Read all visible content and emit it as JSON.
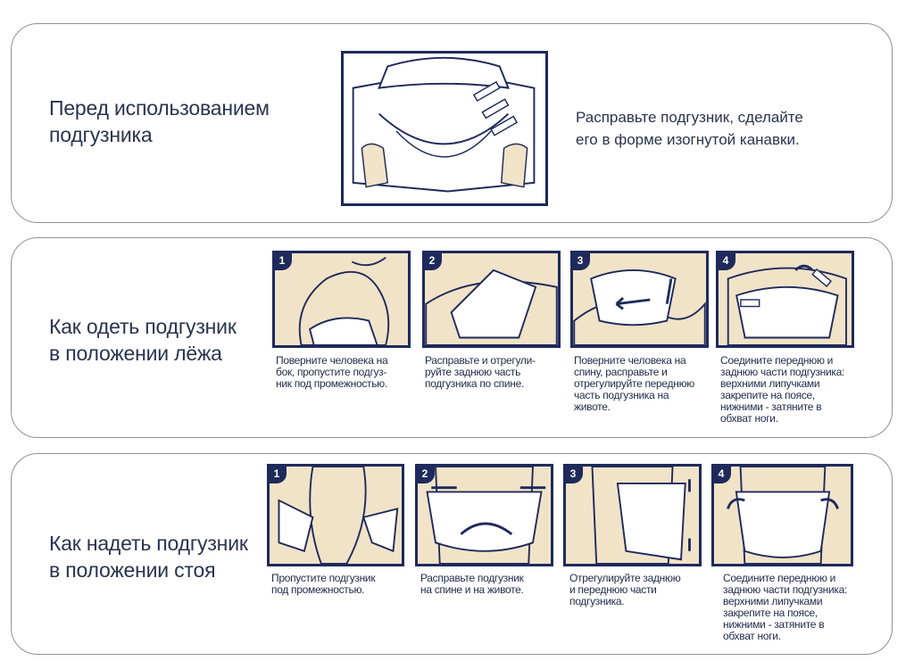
{
  "sections": [
    {
      "title_lines": [
        "Перед использованием",
        "подгузника"
      ],
      "description_lines": [
        "Расправьте подгузник, сделайте",
        "его в форме изогнутой канавки."
      ]
    },
    {
      "title_lines": [
        "Как одеть подгузник",
        "в положении лёжа"
      ],
      "steps": [
        {
          "number": "1",
          "caption_lines": [
            "Поверните человека на",
            "бок, пропустите подгуз-",
            "ник под промежностью."
          ]
        },
        {
          "number": "2",
          "caption_lines": [
            "Расправьте и отрегули-",
            "руйте заднюю часть",
            "подгузника по спине."
          ]
        },
        {
          "number": "3",
          "caption_lines": [
            "Поверните человека на",
            "спину, расправьте и",
            "отрегулируйте переднюю",
            "часть подгузника на",
            "животе."
          ]
        },
        {
          "number": "4",
          "caption_lines": [
            "Соедините переднюю и",
            "заднюю части подгузника:",
            "верхними липучками",
            "закрепите на поясе,",
            "нижними - затяните в",
            "обхват ноги."
          ]
        }
      ]
    },
    {
      "title_lines": [
        "Как надеть подгузник",
        "в положении стоя"
      ],
      "steps": [
        {
          "number": "1",
          "caption_lines": [
            "Пропустите подгузник",
            "под промежностью."
          ]
        },
        {
          "number": "2",
          "caption_lines": [
            "Расправьте подгузник",
            "на спине и на животе."
          ]
        },
        {
          "number": "3",
          "caption_lines": [
            "Отрегулируйте заднюю",
            "и переднюю части",
            "подгузника."
          ]
        },
        {
          "number": "4",
          "caption_lines": [
            "Соедините переднюю и",
            "заднюю части подгузника:",
            "верхними липучками",
            "закрепите на поясе,",
            "нижними - затяните в",
            "обхват ноги."
          ]
        }
      ]
    }
  ],
  "colors": {
    "navy": "#1e2a5c",
    "skin": "#f1e3c7",
    "border": "#8e9198"
  }
}
